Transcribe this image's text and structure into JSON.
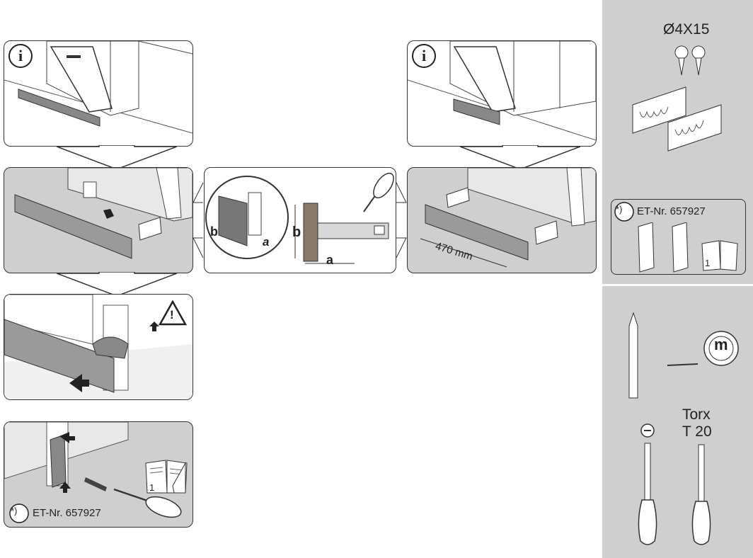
{
  "screw_spec": "Ø4X15",
  "part_label_prefix": "*)",
  "part_number": "ET-Nr. 657927",
  "dimension_a": "a",
  "dimension_b": "b",
  "distance_label": "470 mm",
  "torx_label_line1": "Torx",
  "torx_label_line2": "T 20",
  "measure_tape_letter": "m",
  "info_symbol": "i",
  "warning_symbol": "!",
  "booklet_page": "1",
  "colors": {
    "sidebar": "#cfcfcf",
    "panel_gray": "#cfcfcf",
    "line": "#333333"
  }
}
